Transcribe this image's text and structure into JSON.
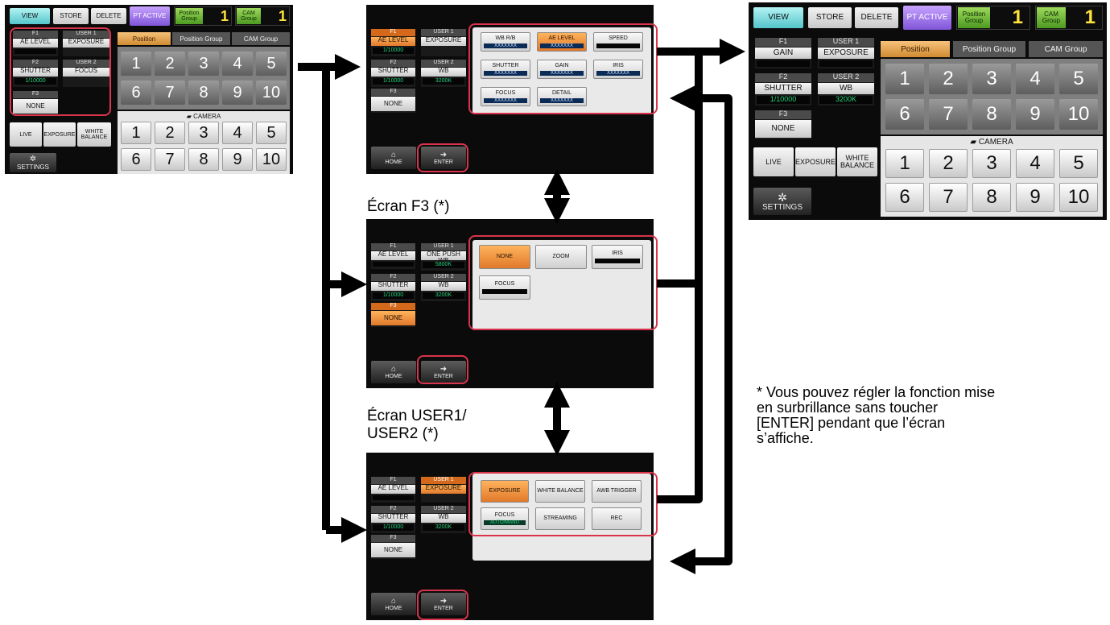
{
  "left_screen": {
    "top_buttons": [
      "VIEW",
      "STORE",
      "DELETE",
      "PT ACTIVE"
    ],
    "position_group": {
      "label": "Position Group",
      "value": "1"
    },
    "cam_group": {
      "label": "CAM Group",
      "value": "1"
    },
    "f1": {
      "header": "F1",
      "value": "AE LEVEL"
    },
    "user1": {
      "header": "USER 1",
      "value": "EXPOSURE"
    },
    "f2": {
      "header": "F2",
      "label": "SHUTTER",
      "value": "1/10000"
    },
    "user2": {
      "header": "USER 2",
      "value": "FOCUS"
    },
    "f3": {
      "header": "F3",
      "value": "NONE"
    },
    "tabs": [
      "Position",
      "Position Group",
      "CAM Group"
    ],
    "position_keys": [
      "1",
      "2",
      "3",
      "4",
      "5",
      "6",
      "7",
      "8",
      "9",
      "10"
    ],
    "camera_label": "CAMERA",
    "camera_keys": [
      "1",
      "2",
      "3",
      "4",
      "5",
      "6",
      "7",
      "8",
      "9",
      "10"
    ],
    "mode_buttons": [
      "LIVE",
      "EXPOSURE",
      "WHITE BALANCE"
    ],
    "settings": "SETTINGS"
  },
  "right_screen": {
    "top_buttons": [
      "VIEW",
      "STORE",
      "DELETE",
      "PT ACTIVE"
    ],
    "position_group": {
      "label": "Position Group",
      "value": "1"
    },
    "cam_group": {
      "label": "CAM Group",
      "value": "1"
    },
    "f1": {
      "header": "F1",
      "value": "GAIN"
    },
    "user1": {
      "header": "USER 1",
      "value": "EXPOSURE"
    },
    "f2": {
      "header": "F2",
      "label": "SHUTTER",
      "value": "1/10000"
    },
    "user2": {
      "header": "USER 2",
      "label": "WB",
      "value": "3200K"
    },
    "f3": {
      "header": "F3",
      "value": "NONE"
    },
    "tabs": [
      "Position",
      "Position Group",
      "CAM Group"
    ],
    "position_keys": [
      "1",
      "2",
      "3",
      "4",
      "5",
      "6",
      "7",
      "8",
      "9",
      "10"
    ],
    "camera_label": "CAMERA",
    "camera_keys": [
      "1",
      "2",
      "3",
      "4",
      "5",
      "6",
      "7",
      "8",
      "9",
      "10"
    ],
    "mode_buttons": [
      "LIVE",
      "EXPOSURE",
      "WHITE BALANCE"
    ],
    "settings": "SETTINGS"
  },
  "screen_f1": {
    "f1": {
      "header": "F1",
      "label": "AE LEVEL",
      "value": "1/10000"
    },
    "user1": {
      "header": "USER 1",
      "value": "EXPOSURE"
    },
    "f2": {
      "header": "F2",
      "label": "SHUTTER",
      "value": "1/10000"
    },
    "user2": {
      "header": "USER 2",
      "label": "WB",
      "value": "3200K"
    },
    "f3": {
      "header": "F3",
      "value": "NONE"
    },
    "options": [
      {
        "label": "WB R/B",
        "value": "XXXXXXX"
      },
      {
        "label": "AE LEVEL",
        "value": "XXXXXXX"
      },
      {
        "label": "SPEED",
        "value": ""
      },
      {
        "label": "SHUTTER",
        "value": "XXXXXXX"
      },
      {
        "label": "GAIN",
        "value": "XXXXXXX"
      },
      {
        "label": "IRIS",
        "value": "XXXXXXX"
      },
      {
        "label": "FOCUS",
        "value": "XXXXXXX"
      },
      {
        "label": "DETAIL",
        "value": "XXXXXXX"
      }
    ],
    "home": "HOME",
    "enter": "ENTER"
  },
  "caption_f3": "Écran F3 (*)",
  "screen_f3": {
    "f1": {
      "header": "F1",
      "value": "AE LEVEL"
    },
    "user1": {
      "header": "USER 1",
      "label": "ONE PUSH WB",
      "value": "5800K"
    },
    "f2": {
      "header": "F2",
      "label": "SHUTTER",
      "value": "1/10000"
    },
    "user2": {
      "header": "USER 2",
      "label": "WB",
      "value": "3200K"
    },
    "f3": {
      "header": "F3",
      "value": "NONE"
    },
    "options": [
      {
        "label": "NONE",
        "value": ""
      },
      {
        "label": "ZOOM",
        "value": ""
      },
      {
        "label": "IRIS",
        "value": ""
      },
      {
        "label": "FOCUS",
        "value": ""
      }
    ],
    "home": "HOME",
    "enter": "ENTER"
  },
  "caption_user": [
    "Écran USER1/",
    "USER2 (*)"
  ],
  "screen_user": {
    "f1": {
      "header": "F1",
      "value": "AE LEVEL"
    },
    "user1": {
      "header": "USER 1",
      "value": "EXPOSURE"
    },
    "f2": {
      "header": "F2",
      "label": "SHUTTER",
      "value": "1/10000"
    },
    "user2": {
      "header": "USER 2",
      "label": "WB",
      "value": "3200K"
    },
    "f3": {
      "header": "F3",
      "value": "NONE"
    },
    "options": [
      {
        "label": "EXPOSURE",
        "value": ""
      },
      {
        "label": "WHITE BALANCE",
        "value": ""
      },
      {
        "label": "AWB TRIGGER",
        "value": ""
      },
      {
        "label": "FOCUS",
        "value": "AUTO/MANU"
      },
      {
        "label": "STREAMING",
        "value": ""
      },
      {
        "label": "REC",
        "value": ""
      }
    ],
    "home": "HOME",
    "enter": "ENTER"
  },
  "note": [
    "* Vous pouvez régler la fonction mise",
    "en surbrillance sans toucher",
    "[ENTER] pendant que l’écran",
    "s’affiche."
  ],
  "colors": {
    "highlight": "#d9344c",
    "arrow": "#000000",
    "selected": "#e0792b",
    "screen": "#0b0b0b"
  }
}
